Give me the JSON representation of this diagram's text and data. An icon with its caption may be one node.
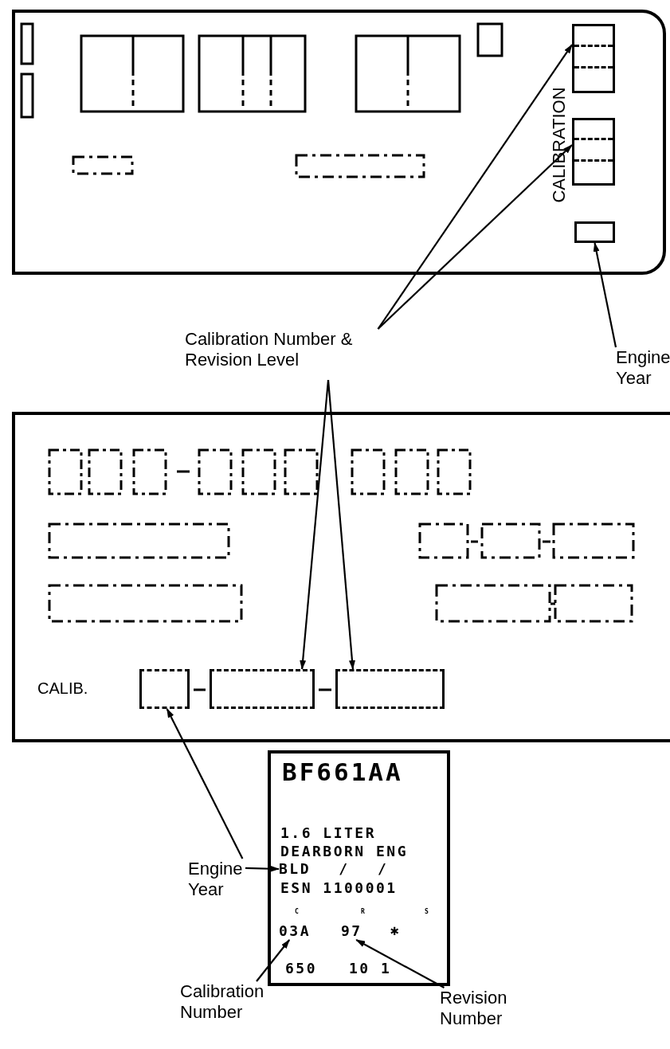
{
  "diagram": {
    "nodes": [
      {
        "text": [],
        "shape": "box"
      },
      {
        "text": [],
        "shape": "box",
        "in": 0
      },
      {
        "text": [],
        "shape": "box",
        "in": 0
      },
      {
        "text": [],
        "shape": "box",
        "in": 0
      },
      {
        "text": [
          "Calibration Number & Revision Level"
        ]
      },
      {
        "text": [
          "Engine Year"
        ]
      },
      {
        "text": [],
        "shape": "box"
      },
      {
        "text": [],
        "shape": "box",
        "in": 6
      },
      {
        "text": [],
        "shape": "box",
        "in": 6
      },
      {
        "text": [],
        "shape": "box",
        "in": 6
      },
      {
        "text": [
          "BF661AA",
          "1.6 LITER",
          "DEARBORN ENG",
          "ESN 1100001",
          "C",
          "R",
          "S",
          "✱",
          "650",
          "10 1"
        ]
      },
      {
        "text": [
          "BLD / /"
        ],
        "in": 10
      },
      {
        "text": [
          "03A"
        ],
        "in": 10
      },
      {
        "text": [
          "97"
        ],
        "in": 10
      },
      {
        "text": [
          "Engine Year"
        ]
      },
      {
        "text": [
          "Calibration Number"
        ]
      },
      {
        "text": [
          "Revision Number"
        ]
      }
    ],
    "edges": [
      {
        "from": 4,
        "to": 1,
        "arrow": "to"
      },
      {
        "from": 4,
        "to": 2,
        "arrow": "to"
      },
      {
        "from": 5,
        "to": 3,
        "arrow": "to"
      },
      {
        "from": 4,
        "to": 8,
        "arrow": "to"
      },
      {
        "from": 4,
        "to": 9,
        "arrow": "to"
      },
      {
        "from": 14,
        "to": 7,
        "arrow": "to"
      },
      {
        "from": 14,
        "to": 11,
        "arrow": "to"
      },
      {
        "from": 15,
        "to": 12,
        "arrow": "to"
      },
      {
        "from": 16,
        "to": 13,
        "arrow": "to"
      }
    ],
    "labels": [
      "CALIBRATION",
      "CALIB."
    ]
  }
}
